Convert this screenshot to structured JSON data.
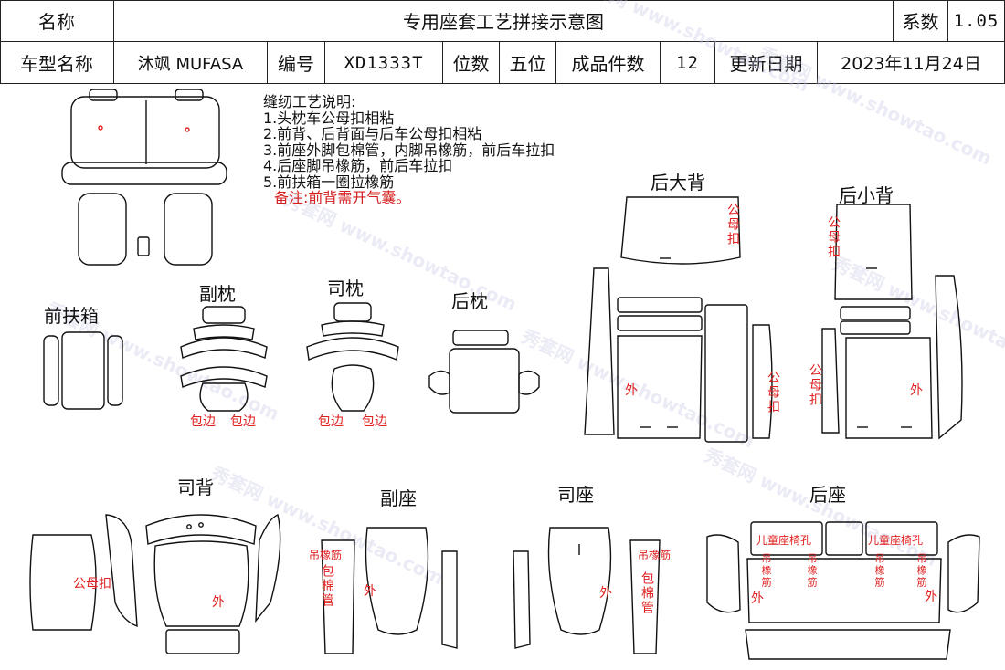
{
  "header": {
    "name_label": "名称",
    "title": "专用座套工艺拼接示意图",
    "coef_label": "系数",
    "coef_value": "1.05",
    "model_label": "车型名称",
    "model_value": "沐飒 MUFASA",
    "code_label": "编号",
    "code_value": "XD1333T",
    "seats_label": "位数",
    "seats_value": "五位",
    "pieces_label": "成品件数",
    "pieces_value": "12",
    "date_label": "更新日期",
    "date_value": "2023年11月24日"
  },
  "notes": {
    "title": "缝纫工艺说明:",
    "items": [
      "1.头枕车公母扣相粘",
      "2.前背、后背面与后车公母扣相粘",
      "3.前座外脚包棉管，内脚吊橡筋，前后车拉扣",
      "4.后座脚吊橡筋，前后车拉扣",
      "5.前扶箱一圈拉橡筋"
    ],
    "remark": "备注:前背需开气囊。"
  },
  "sections": {
    "rear_big_back": "后大背",
    "rear_small_back": "后小背",
    "front_armrest": "前扶箱",
    "passenger_headrest": "副枕",
    "driver_headrest": "司枕",
    "rear_headrest": "后枕",
    "driver_back": "司背",
    "passenger_seat": "副座",
    "driver_seat": "司座",
    "rear_seat": "后座"
  },
  "annotations": {
    "snap": "公母扣",
    "outer": "外",
    "binding": "包边",
    "elastic": "吊橡筋",
    "cotton_tube": "包棉管",
    "child_seat_hole": "儿童座椅孔"
  },
  "watermark": "秀套网 www.showtao.com",
  "colors": {
    "annotation": "#e02020",
    "line": "#111111"
  }
}
